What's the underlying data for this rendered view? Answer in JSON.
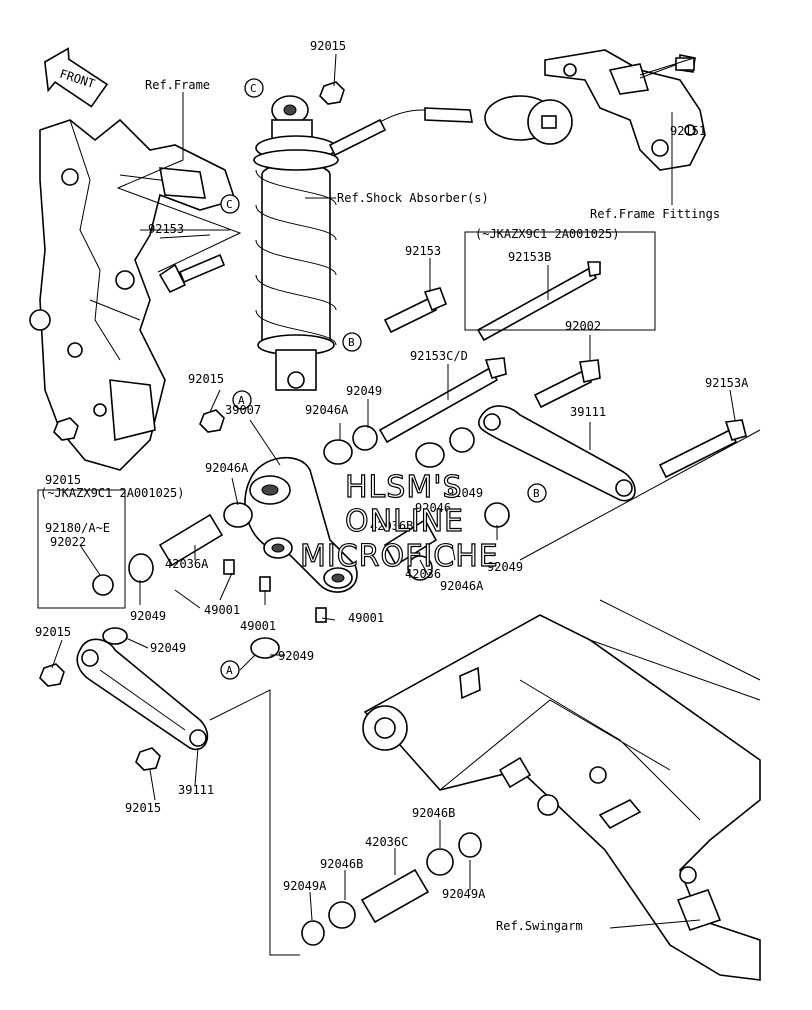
{
  "front_badge": "FRONT",
  "watermark": [
    "HLSM'S",
    "ONLINE",
    "MICROFICHE"
  ],
  "refs": {
    "frame": "Ref.Frame",
    "shock": "Ref.Shock Absorber(s)",
    "frame_fittings": "Ref.Frame Fittings",
    "swingarm": "Ref.Swingarm"
  },
  "notes": {
    "top_box": "(~JKAZX9C1 2A001025)",
    "left_box": "(~JKAZX9C1 2A001025)"
  },
  "markers": {
    "a": "A",
    "b": "B",
    "c": "C"
  },
  "parts": [
    "92015",
    "92151",
    "92153",
    "92153",
    "92153B",
    "92002",
    "92153C/D",
    "92015",
    "92049",
    "92046A",
    "39007",
    "92153A",
    "39111",
    "92015",
    "92046A",
    "92049",
    "92046",
    "42036B",
    "92180/A~E",
    "92022",
    "42036A",
    "92049",
    "42036",
    "92046A",
    "92049",
    "49001",
    "49001",
    "92049",
    "49001",
    "92015",
    "92049",
    "92049",
    "39111",
    "92015",
    "92046B",
    "42036C",
    "92046B",
    "92049A",
    "92049A"
  ]
}
